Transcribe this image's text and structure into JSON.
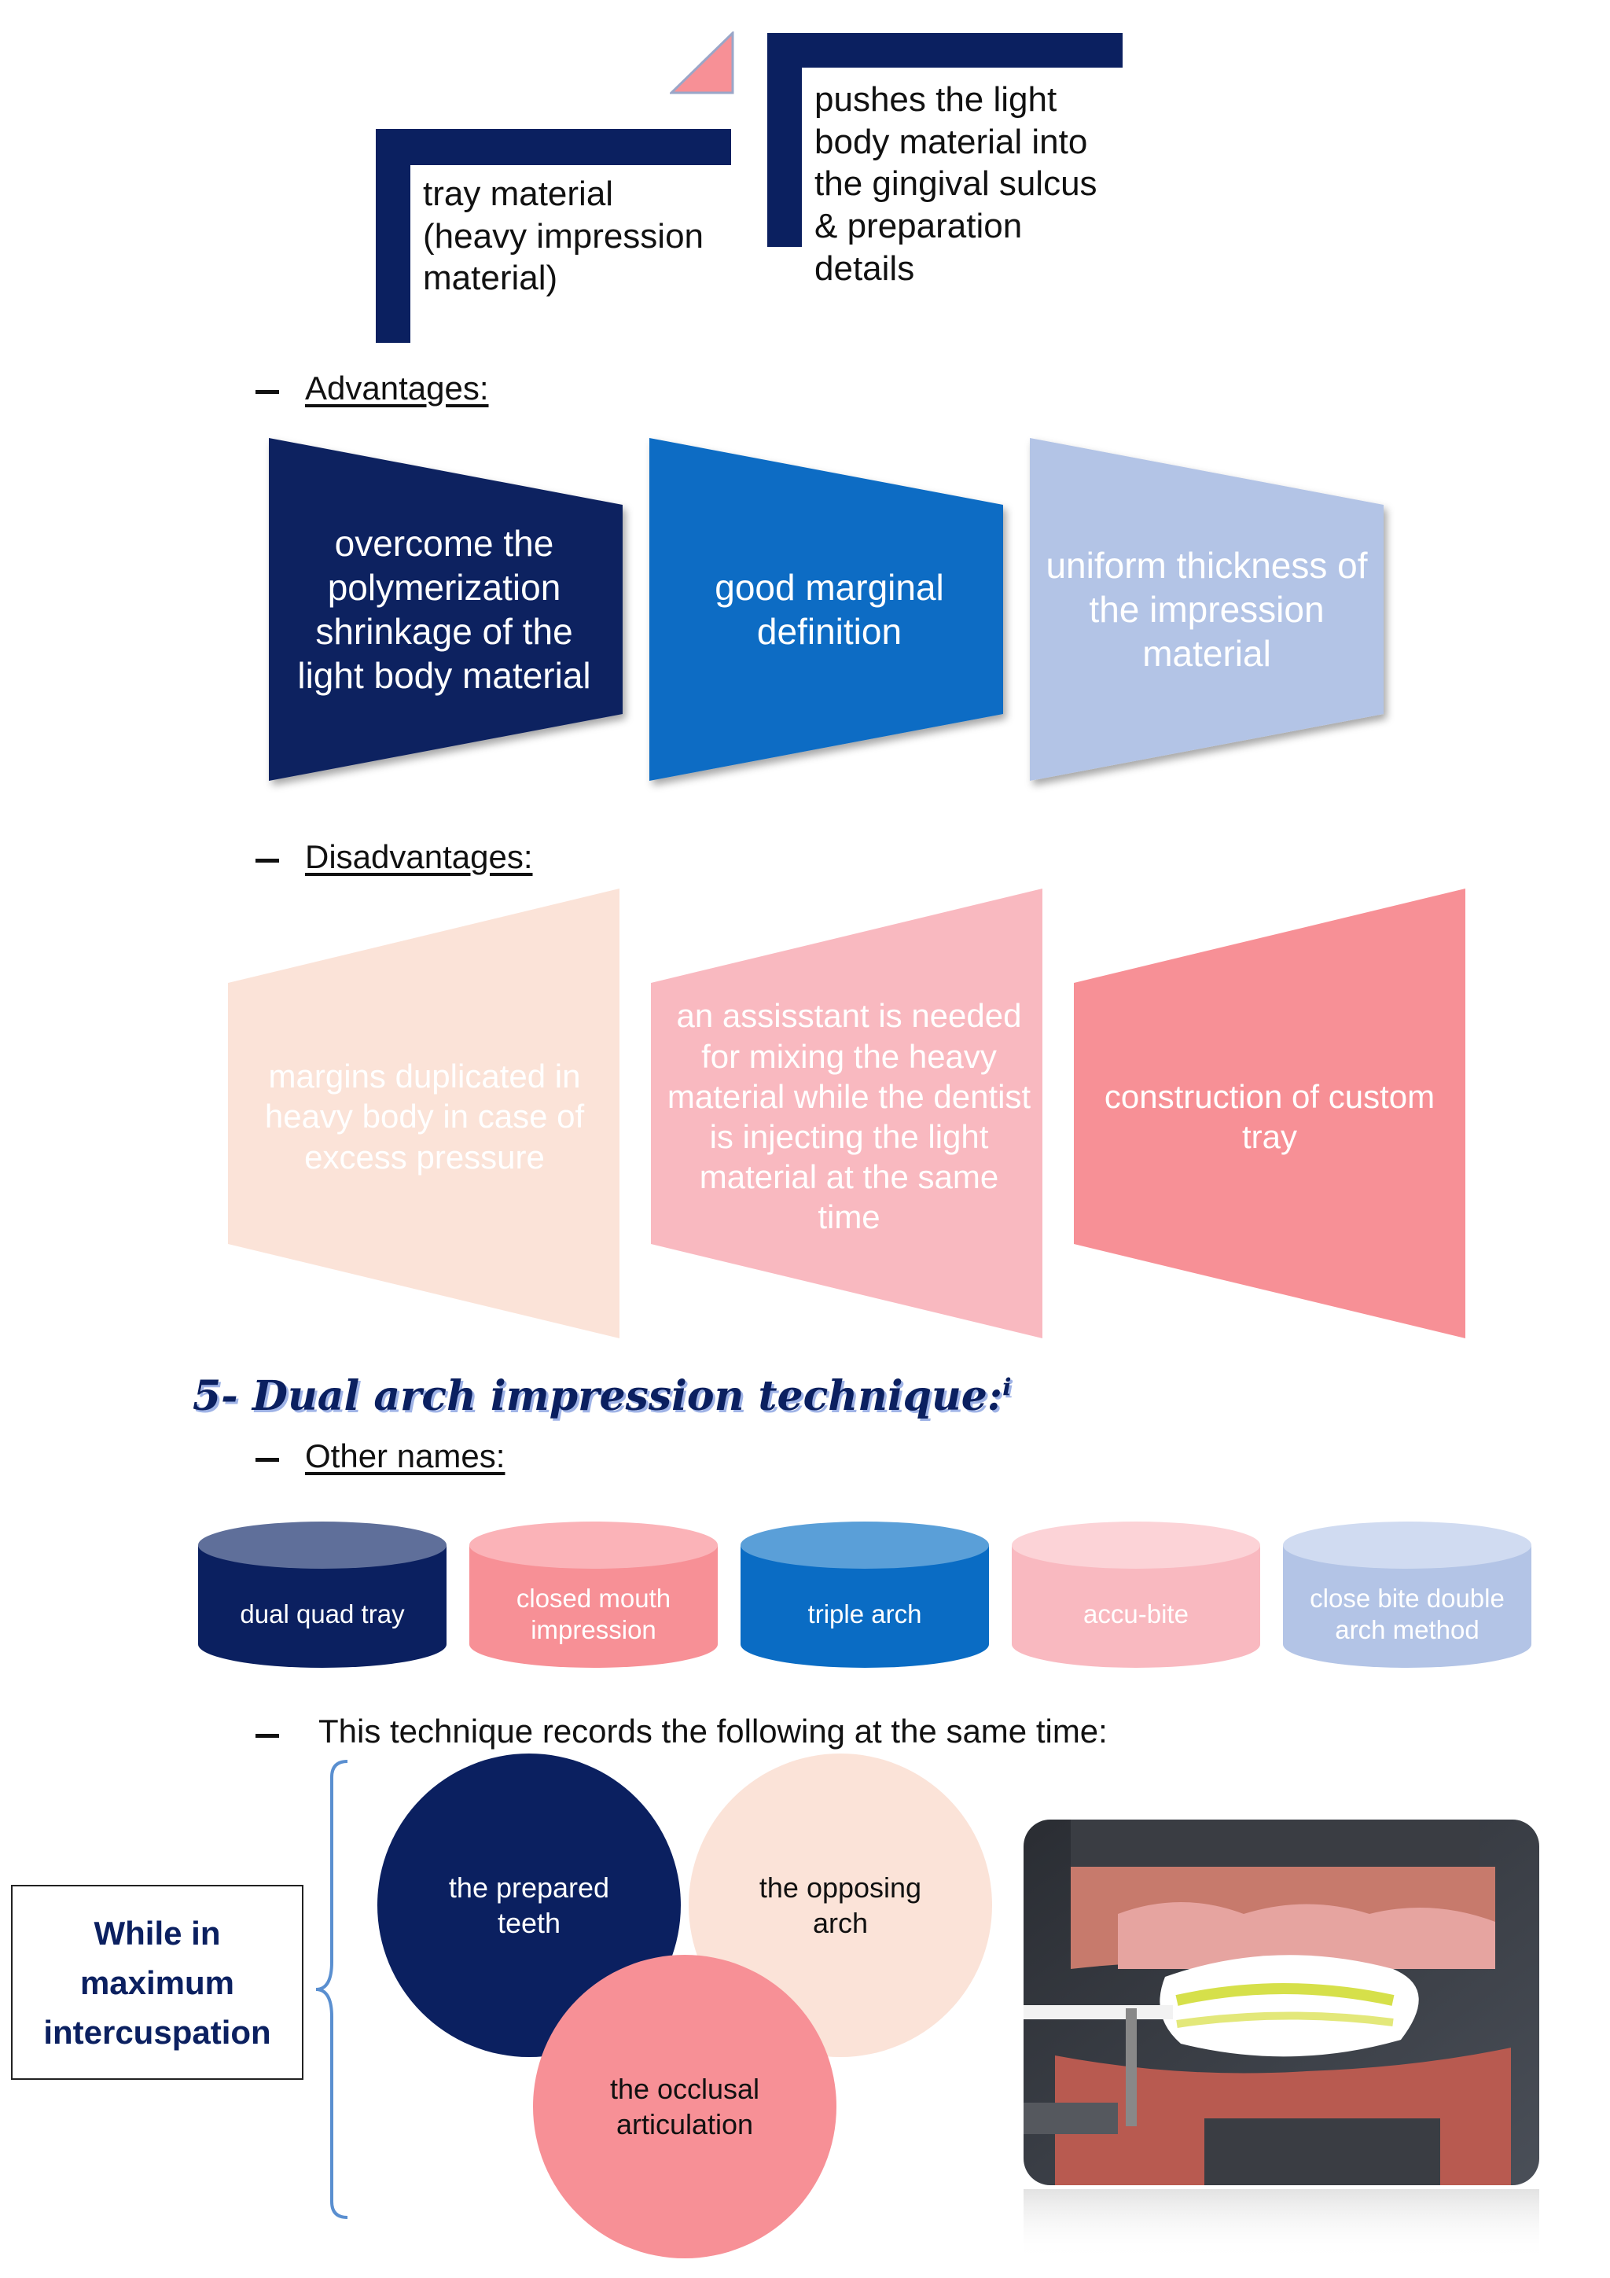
{
  "top_diagram": {
    "left_text": "tray material\n(heavy impression\nmaterial)",
    "right_text": "pushes the light\nbody material into\nthe gingival sulcus\n& preparation\ndetails"
  },
  "advantages": {
    "heading": "Advantages:",
    "items": [
      "overcome the polymerization shrinkage of the light body material",
      "good marginal definition",
      "uniform thickness of the impression material"
    ]
  },
  "disadvantages": {
    "heading": "Disadvantages:",
    "items": [
      "margins duplicated in heavy body in case of excess pressure",
      "an assisstant is needed for mixing the heavy material while the dentist is injecting the light material at the same time",
      "construction of custom tray"
    ]
  },
  "section5": {
    "title": "5-  Dual arch impression technique:",
    "superscript": "i",
    "other_names_heading": "Other names:",
    "other_names": [
      "dual quad tray",
      "closed mouth impression",
      "triple arch",
      "accu-bite",
      "close bite double arch method"
    ],
    "records_text": "This technique records the following at the same time:",
    "while_label": "While in\nmaximum\nintercuspation",
    "circles": [
      "the prepared teeth",
      "the opposing arch",
      "the occlusal articulation"
    ]
  },
  "colors": {
    "navy": "#0b2060",
    "blue": "#0a6cc4",
    "light_blue": "#b3c4e6",
    "peach": "#fbe3d8",
    "pink": "#f9b9c0",
    "salmon": "#f79096"
  }
}
